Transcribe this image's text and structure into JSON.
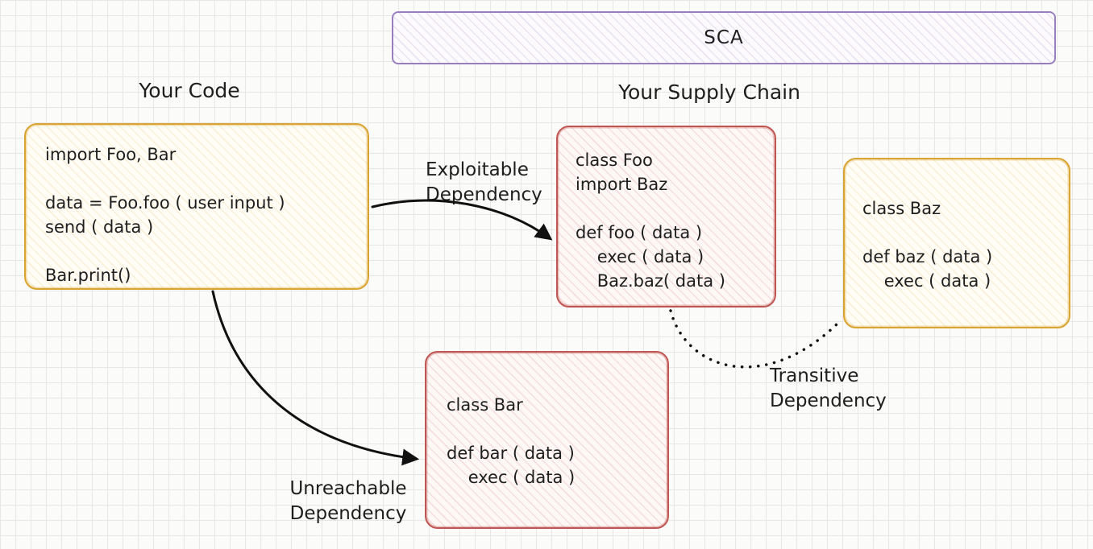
{
  "banner": {
    "label": "SCA"
  },
  "sections": {
    "your_code_title": "Your Code",
    "supply_chain_title": "Your Supply Chain"
  },
  "boxes": {
    "your_code": {
      "lines": [
        "import Foo, Bar",
        "",
        "data = Foo.foo ( user input )",
        "send ( data )",
        "",
        "Bar.print()"
      ]
    },
    "class_foo": {
      "lines": [
        "class Foo",
        "import Baz",
        "",
        "def foo ( data )",
        "    exec ( data )",
        "    Baz.baz( data )"
      ]
    },
    "class_baz": {
      "lines": [
        "class Baz",
        "",
        "def baz ( data )",
        "    exec ( data )"
      ]
    },
    "class_bar": {
      "lines": [
        "class Bar",
        "",
        "def bar ( data )",
        "    exec ( data )"
      ]
    }
  },
  "labels": {
    "exploitable": [
      "Exploitable",
      "Dependency"
    ],
    "unreachable": [
      "Unreachable",
      "Dependency"
    ],
    "transitive": [
      "Transitive",
      "Dependency"
    ]
  },
  "colors": {
    "yellow": "#d9a431",
    "red": "#bf5651",
    "purple": "#9a7fc0",
    "arrow": "#111111",
    "text": "#1e1e1e"
  }
}
